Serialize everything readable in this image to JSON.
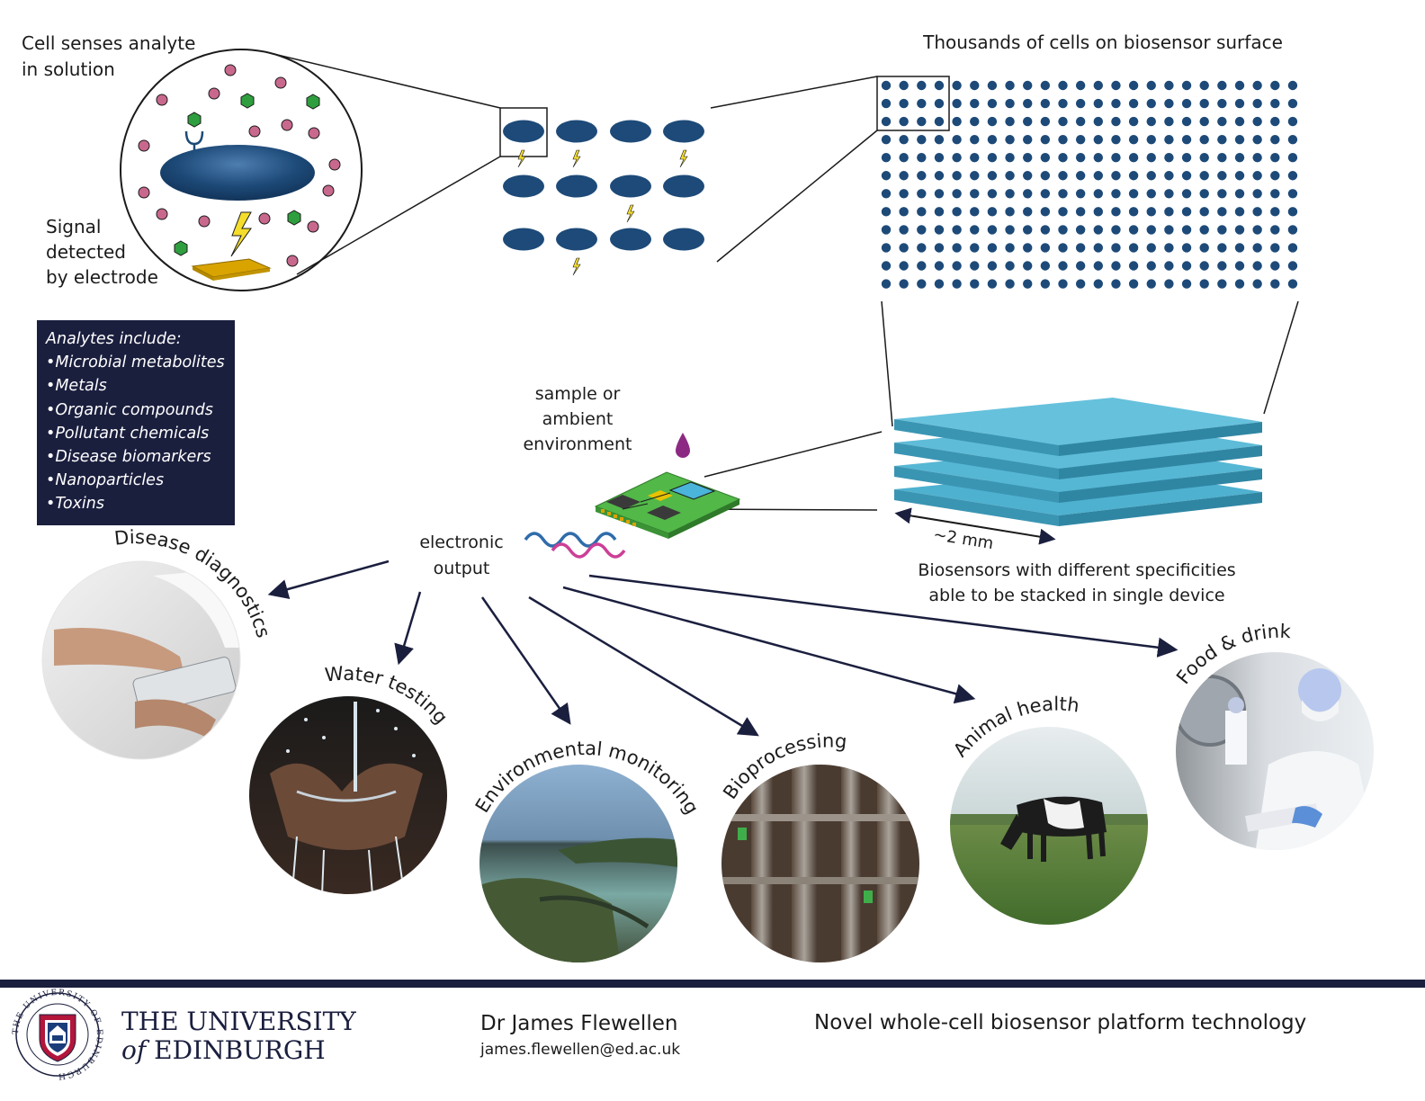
{
  "zoom_panel": {
    "top_label_lines": [
      "Cell senses analyte",
      "in solution"
    ],
    "bottom_label_lines": [
      "Signal",
      "detected",
      "by electrode"
    ]
  },
  "surface_panel": {
    "title": "Thousands of cells on biosensor surface"
  },
  "analytes": {
    "heading": "Analytes include:",
    "items": [
      "Microbial metabolites",
      "Metals",
      "Organic compounds",
      "Pollutant chemicals",
      "Disease biomarkers",
      "Nanoparticles",
      "Toxins"
    ]
  },
  "device": {
    "sample_label_lines": [
      "sample or",
      "ambient",
      "environment"
    ],
    "output_label_lines": [
      "electronic",
      "output"
    ],
    "dimension_label": "~2 mm",
    "stack_caption_lines": [
      "Biosensors with different specificities",
      "able to be stacked in single device"
    ]
  },
  "applications": [
    {
      "label": "Disease diagnostics",
      "scene": "diagnostics-photo"
    },
    {
      "label": "Water testing",
      "scene": "water-photo"
    },
    {
      "label": "Environmental monitoring",
      "scene": "coast-photo"
    },
    {
      "label": "Bioprocessing",
      "scene": "pipes-photo"
    },
    {
      "label": "Animal health",
      "scene": "cow-photo"
    },
    {
      "label": "Food & drink",
      "scene": "lab-photo"
    }
  ],
  "footer": {
    "university_line1": "THE UNIVERSITY",
    "university_of": "of",
    "university_line2": "EDINBURGH",
    "seal_text": "THE UNIVERSITY OF EDINBURGH",
    "author": "Dr James Flewellen",
    "email": "james.flewellen@ed.ac.uk",
    "project_title": "Novel whole-cell biosensor platform technology"
  },
  "colors": {
    "navy": "#1b1f3e",
    "cell": "#1d4a78",
    "analyte_pink": "#c9688d",
    "analyte_green": "#2f9e3e",
    "electrode_gold": "#d9a400",
    "bolt_yellow": "#f5dd2c",
    "layer_blue": "#4eb1cf",
    "chip_green": "#52b848",
    "drop_purple": "#8c2a83",
    "wave_blue": "#2f6cab",
    "wave_pink": "#cc3f96"
  }
}
